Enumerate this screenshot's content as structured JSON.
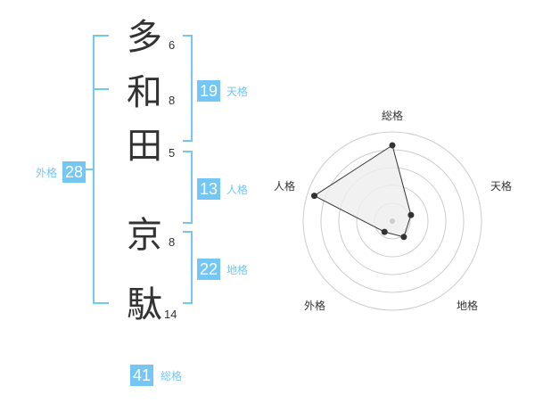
{
  "colors": {
    "accent": "#74c6f4",
    "text": "#333333",
    "grid": "#cccccc",
    "fill": "#eeeeee"
  },
  "name": {
    "characters": [
      {
        "char": "多",
        "strokes": "6"
      },
      {
        "char": "和",
        "strokes": "8"
      },
      {
        "char": "田",
        "strokes": "5"
      },
      {
        "char": "京",
        "strokes": "8"
      },
      {
        "char": "駄",
        "strokes": "14"
      }
    ]
  },
  "fortunes": {
    "tenkaku": {
      "value": "19",
      "label": "天格"
    },
    "jinkaku": {
      "value": "13",
      "label": "人格"
    },
    "chikaku": {
      "value": "22",
      "label": "地格"
    },
    "gaikaku": {
      "value": "28",
      "label": "外格"
    },
    "soukaku": {
      "value": "41",
      "label": "総格"
    }
  },
  "radar": {
    "axes": [
      "総格",
      "天格",
      "地格",
      "外格",
      "人格"
    ],
    "values": [
      0.85,
      0.22,
      0.22,
      0.15,
      0.92
    ],
    "rings": 5
  }
}
